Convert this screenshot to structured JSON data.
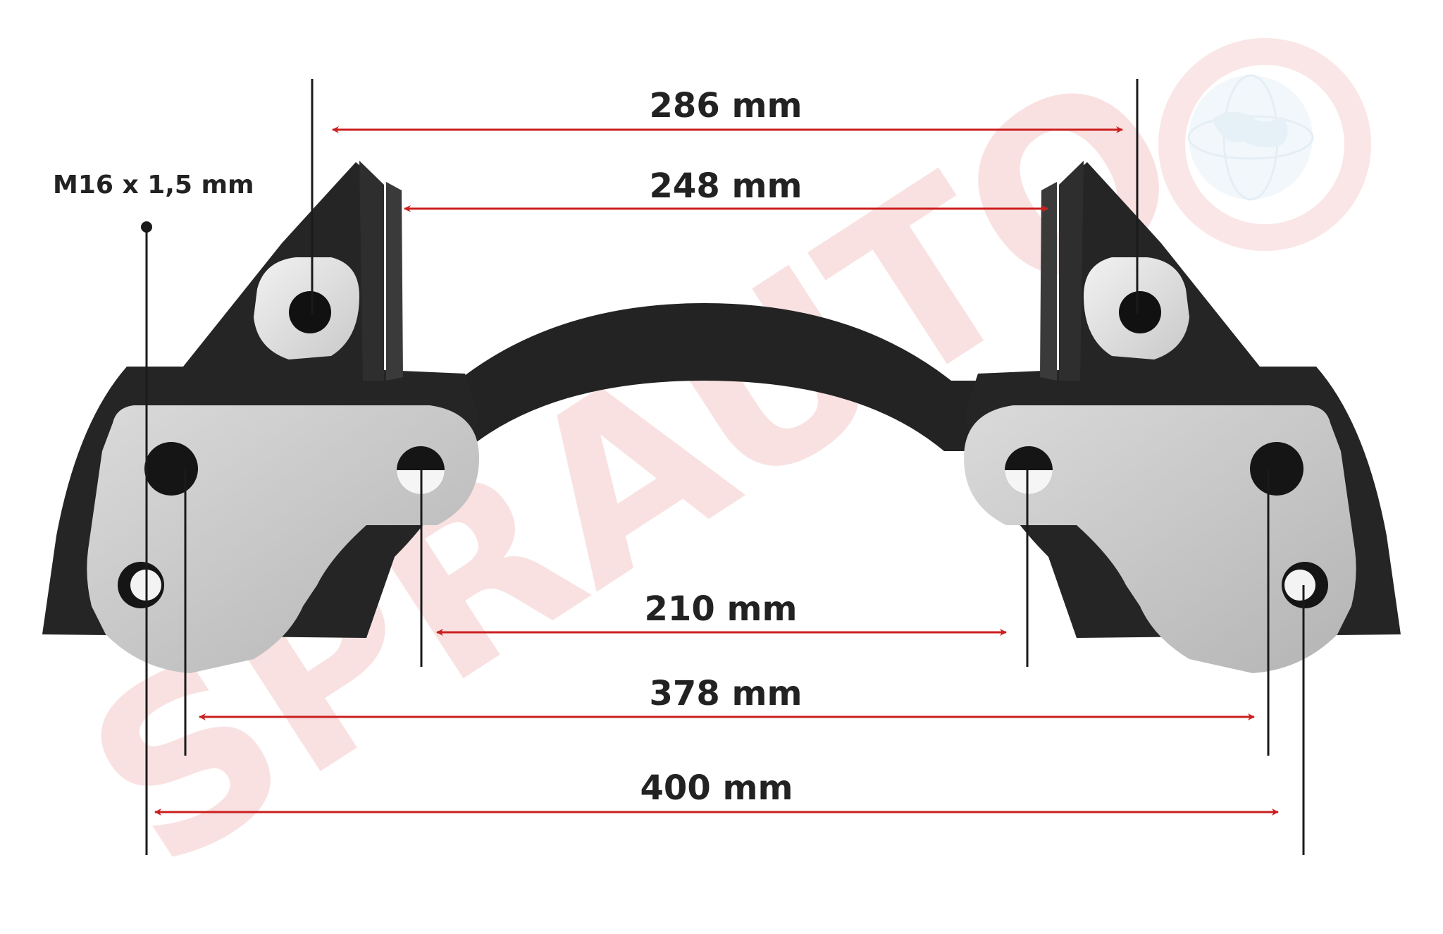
{
  "watermark": {
    "text": "SPRAUTO",
    "color": "#f4c9c9"
  },
  "thread_label": "M16 x 1,5 mm",
  "dimensions": [
    {
      "id": "dim-286",
      "label": "286 mm"
    },
    {
      "id": "dim-248",
      "label": "248 mm"
    },
    {
      "id": "dim-210",
      "label": "210 mm"
    },
    {
      "id": "dim-378",
      "label": "378 mm"
    },
    {
      "id": "dim-400",
      "label": "400 mm"
    }
  ],
  "colors": {
    "arrow": "#cc1f1f",
    "leader": "#1a1a1a",
    "bracket_dark": "#222222",
    "bracket_plate": "#c8c8c8",
    "text": "#222222"
  },
  "icons": [
    "globe-logo-icon"
  ]
}
